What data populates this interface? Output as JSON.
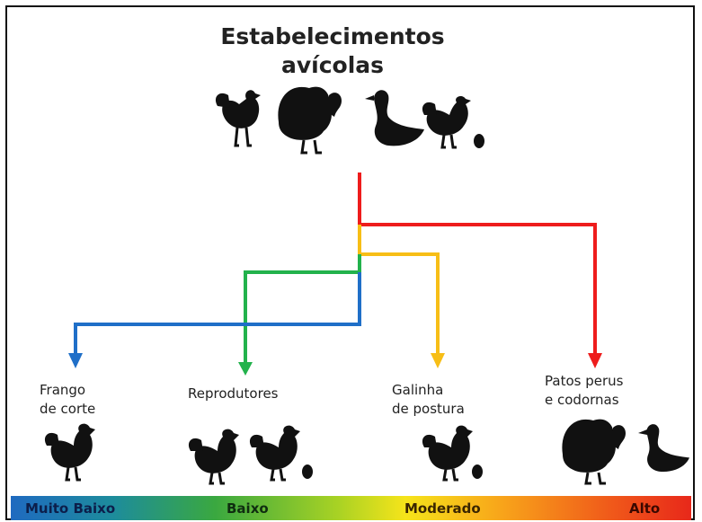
{
  "title": {
    "line1": "Estabelecimentos",
    "line2": "avícolas"
  },
  "categories": [
    {
      "label_line1": "Frango",
      "label_line2": "de corte",
      "color": "#1f6fc8"
    },
    {
      "label_line1": "Reprodutores",
      "label_line2": "",
      "color": "#22b24c"
    },
    {
      "label_line1": "Galinha",
      "label_line2": "de postura",
      "color": "#f7be16"
    },
    {
      "label_line1": "Patos perus",
      "label_line2": "e codornas",
      "color": "#ee1c1c"
    }
  ],
  "scale": {
    "labels": [
      "Muito Baixo",
      "Baixo",
      "Moderado",
      "Alto"
    ]
  },
  "icons": {
    "top": [
      "hen-icon",
      "turkey-icon",
      "duck-icon",
      "hen-icon",
      "egg-icon"
    ],
    "frango_de_corte": [
      "hen-icon"
    ],
    "reprodutores": [
      "hen-icon",
      "hen-icon",
      "egg-icon"
    ],
    "galinha_de_postura": [
      "hen-icon",
      "egg-icon"
    ],
    "patos_perus_codornas": [
      "turkey-icon",
      "duck-icon"
    ]
  }
}
